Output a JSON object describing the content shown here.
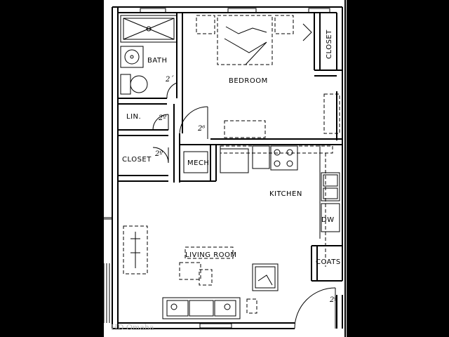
{
  "plan": {
    "rooms": {
      "bedroom": "BEDROOM",
      "bath": "BATH",
      "linen": "LIN.",
      "closet_left": "CLOSET",
      "closet_right": "CLOSET",
      "mech": "MECH",
      "kitchen": "KITCHEN",
      "living_room": "LIVING ROOM",
      "coats": "COATS",
      "dishwasher": "DW"
    },
    "door_sizes": {
      "bath": "2´",
      "linen": "2º",
      "closet_left": "2º",
      "bedroom": "2⁶",
      "entry": "2º"
    },
    "watermark": "HD Omaha"
  }
}
